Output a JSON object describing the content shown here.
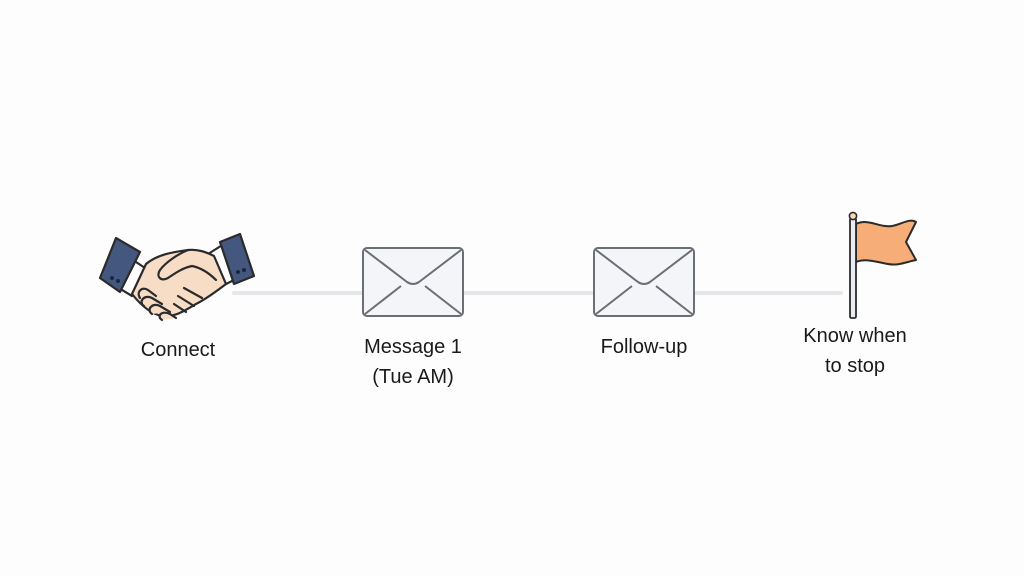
{
  "diagram": {
    "type": "process-timeline",
    "colors": {
      "background": "#fdfdfd",
      "connector": "#e5e7ea",
      "sleeve": "#44577f",
      "skin": "#f7dcc6",
      "outline": "#2b2b2b",
      "envelope_fill": "#f3f5f9",
      "envelope_stroke": "#6b6e73",
      "flag_fill": "#f7ad78",
      "text": "#1a1a1a"
    },
    "steps": [
      {
        "id": "connect",
        "icon": "handshake-icon",
        "label_lines": [
          "Connect"
        ]
      },
      {
        "id": "message-1",
        "icon": "envelope-icon",
        "label_lines": [
          "Message 1",
          "(Tue AM)"
        ]
      },
      {
        "id": "follow-up",
        "icon": "envelope-icon",
        "label_lines": [
          "Follow-up"
        ]
      },
      {
        "id": "stop",
        "icon": "flag-icon",
        "label_lines": [
          "Know when",
          "to stop"
        ]
      }
    ]
  }
}
